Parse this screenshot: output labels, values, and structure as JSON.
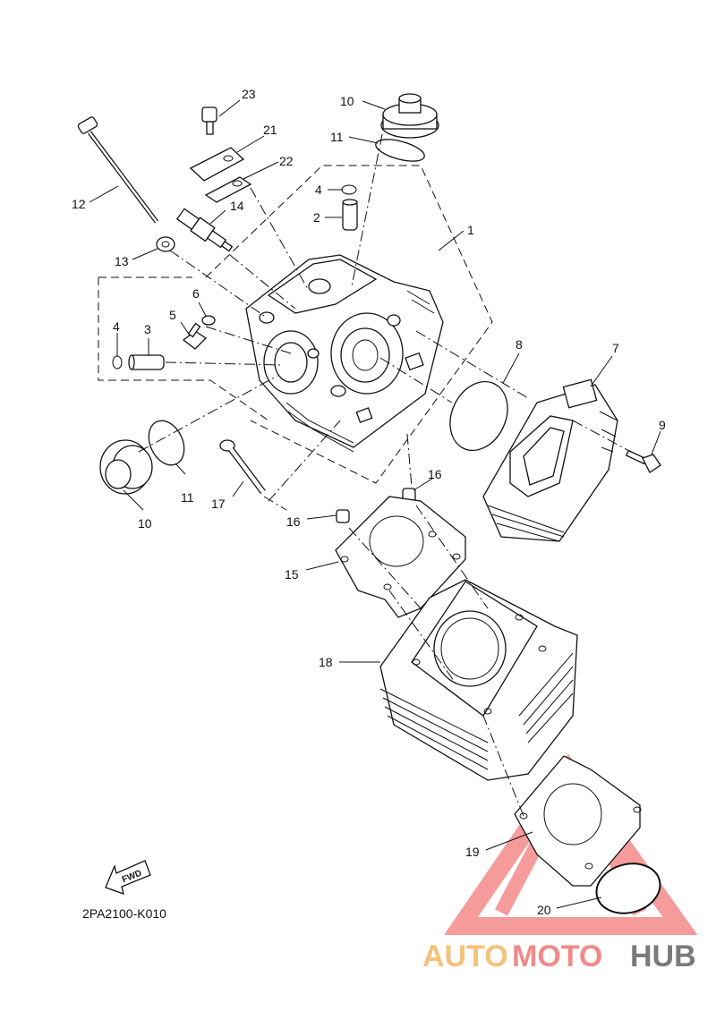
{
  "diagram": {
    "code": "2PA2100-K010",
    "fwd_label": "FWD",
    "callouts": [
      {
        "id": "c1",
        "text": "1"
      },
      {
        "id": "c2",
        "text": "2"
      },
      {
        "id": "c3",
        "text": "3"
      },
      {
        "id": "c4a",
        "text": "4"
      },
      {
        "id": "c4b",
        "text": "4"
      },
      {
        "id": "c5",
        "text": "5"
      },
      {
        "id": "c6",
        "text": "6"
      },
      {
        "id": "c7",
        "text": "7"
      },
      {
        "id": "c8",
        "text": "8"
      },
      {
        "id": "c9",
        "text": "9"
      },
      {
        "id": "c10a",
        "text": "10"
      },
      {
        "id": "c10b",
        "text": "10"
      },
      {
        "id": "c11a",
        "text": "11"
      },
      {
        "id": "c11b",
        "text": "11"
      },
      {
        "id": "c12",
        "text": "12"
      },
      {
        "id": "c13",
        "text": "13"
      },
      {
        "id": "c14",
        "text": "14"
      },
      {
        "id": "c15",
        "text": "15"
      },
      {
        "id": "c16a",
        "text": "16"
      },
      {
        "id": "c16b",
        "text": "16"
      },
      {
        "id": "c17",
        "text": "17"
      },
      {
        "id": "c18",
        "text": "18"
      },
      {
        "id": "c19",
        "text": "19"
      },
      {
        "id": "c20",
        "text": "20"
      },
      {
        "id": "c21",
        "text": "21"
      },
      {
        "id": "c22",
        "text": "22"
      },
      {
        "id": "c23",
        "text": "23"
      }
    ]
  },
  "watermark": {
    "part1": "AUTO",
    "part2": "MOTO",
    "part3": "HUB",
    "colors": {
      "auto": "#f5c27a",
      "moto": "#f08a8a",
      "hub": "#7a7a7a",
      "logo": "#f27a7a"
    }
  }
}
